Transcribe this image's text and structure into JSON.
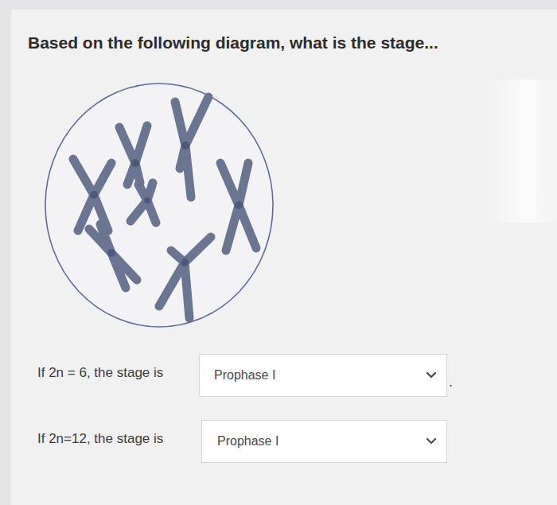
{
  "diagram": {
    "title": "Based on the following diagram, what is the stage...",
    "nodes": [
      {
        "text": [
          "Prophase I"
        ]
      },
      {
        "text": [
          "Prophase I"
        ]
      }
    ],
    "labels": [
      "If 2n = 6, the stage is",
      "If 2n=12, the stage is",
      "."
    ]
  }
}
